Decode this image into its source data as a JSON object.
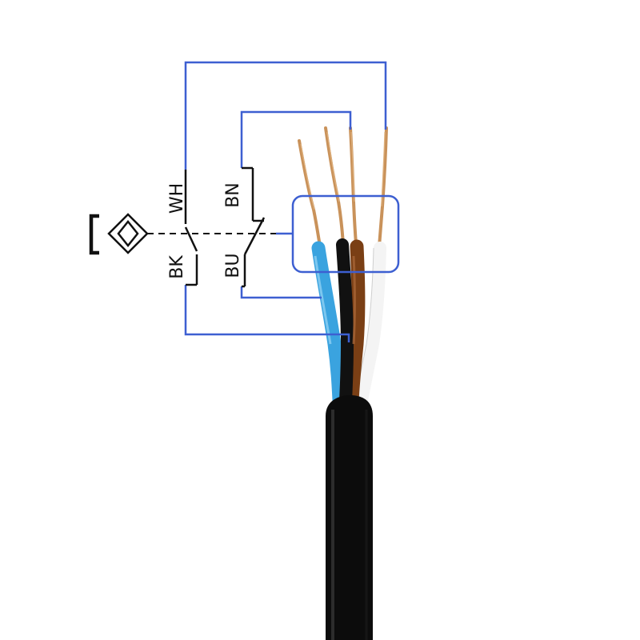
{
  "labels": {
    "wh": "WH",
    "bk": "BK",
    "bn": "BN",
    "bu": "BU"
  },
  "icons": {
    "sensor": "inductive-sensor-icon",
    "switch_no": "normally-open-switch-icon",
    "switch_nc": "normally-closed-switch-icon"
  },
  "colors": {
    "diagram_line": "#3d5fd1",
    "symbol": "#111111",
    "wire_blue": "#3aa3df",
    "wire_black": "#111111",
    "wire_brown": "#7a3f15",
    "wire_white": "#f4f4f4",
    "copper": "#c9925a",
    "cable_jacket": "#0c0c0c"
  }
}
